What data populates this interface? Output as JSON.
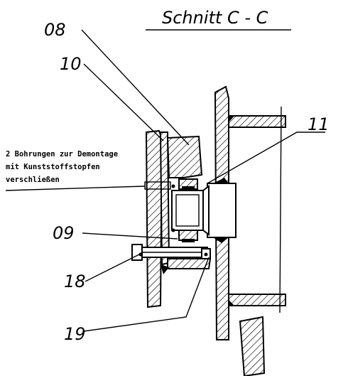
{
  "title": "Schnitt C - C",
  "labels": {
    "l08": "08",
    "l10": "10",
    "l11": "11",
    "l09": "09",
    "l18": "18",
    "l19": "19"
  },
  "note": {
    "line1": "2 Bohrungen zur Demontage",
    "line2": "mit Kunststoffstopfen",
    "line3": "verschließen"
  }
}
